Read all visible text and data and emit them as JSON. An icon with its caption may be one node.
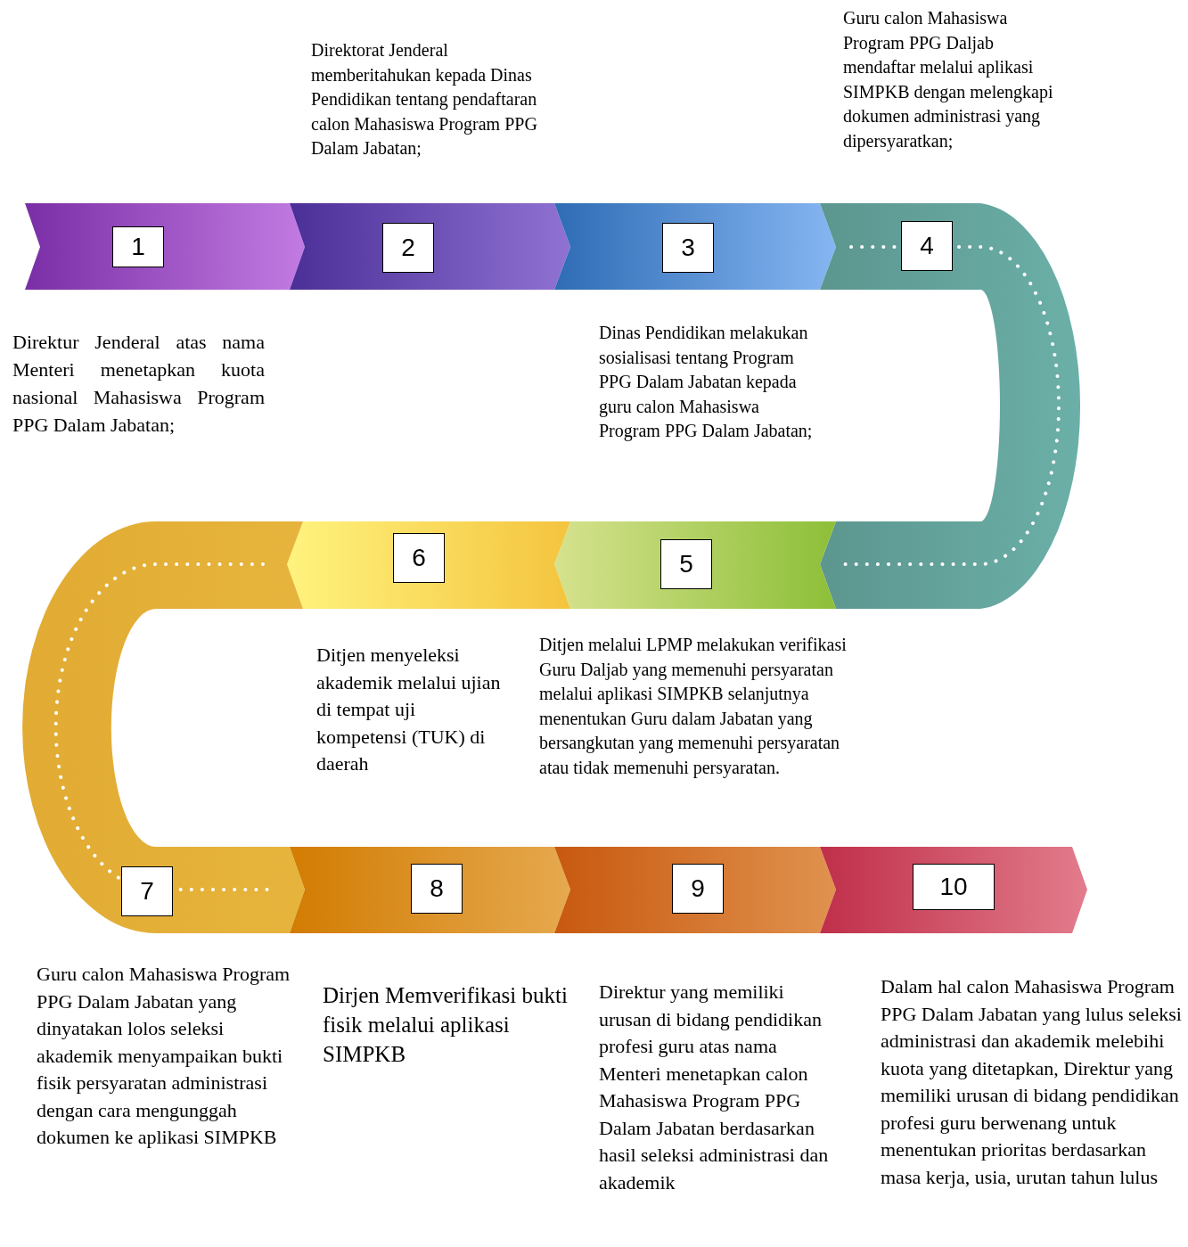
{
  "diagram": {
    "nodes": [
      {
        "text": [
          "1"
        ],
        "beside": [
          "Direktur Jenderal atas nama Menteri menetapkan kuota nasional Mahasiswa Program PPG Dalam Jabatan;"
        ]
      },
      {
        "text": [
          "2"
        ],
        "beside": [
          "Direktorat Jenderal memberitahukan kepada Dinas Pendidikan tentang pendaftaran calon Mahasiswa Program PPG Dalam Jabatan;"
        ]
      },
      {
        "text": [
          "3"
        ],
        "beside": [
          "Dinas Pendidikan melakukan sosialisasi tentang Program PPG Dalam Jabatan kepada guru calon Mahasiswa Program PPG Dalam Jabatan;"
        ]
      },
      {
        "text": [
          "4"
        ],
        "beside": [
          "Guru calon Mahasiswa Program PPG Daljab mendaftar melalui aplikasi SIMPKB dengan melengkapi dokumen administrasi yang dipersyaratkan;"
        ]
      },
      {
        "text": [
          "5"
        ],
        "beside": [
          "Ditjen melalui LPMP melakukan verifikasi Guru Daljab yang memenuhi persyaratan melalui aplikasi SIMPKB selanjutnya menentukan Guru dalam Jabatan yang bersangkutan yang memenuhi persyaratan atau tidak memenuhi persyaratan."
        ]
      },
      {
        "text": [
          "6"
        ],
        "beside": [
          "Ditjen menyeleksi akademik melalui ujian di tempat uji kompetensi (TUK) di daerah"
        ]
      },
      {
        "text": [
          "7"
        ],
        "beside": [
          "Guru calon Mahasiswa Program PPG Dalam Jabatan yang dinyatakan lolos seleksi akademik menyampaikan bukti fisik persyaratan administrasi dengan cara mengunggah dokumen ke aplikasi SIMPKB"
        ]
      },
      {
        "text": [
          "8"
        ],
        "beside": [
          "Dirjen Memverifikasi bukti fisik melalui aplikasi SIMPKB"
        ]
      },
      {
        "text": [
          "9"
        ],
        "beside": [
          "Direktur yang memiliki urusan di bidang pendidikan profesi guru atas nama Menteri menetapkan calon Mahasiswa Program PPG Dalam Jabatan berdasarkan hasil seleksi administrasi dan akademik"
        ]
      },
      {
        "text": [
          "10"
        ],
        "beside": [
          "Dalam hal calon Mahasiswa Program PPG Dalam Jabatan yang lulus seleksi administrasi dan akademik melebihi kuota yang ditetapkan, Direktur yang memiliki urusan di bidang pendidikan profesi guru berwenang untuk menentukan prioritas berdasarkan masa kerja, usia, urutan tahun lulus"
        ]
      }
    ]
  }
}
